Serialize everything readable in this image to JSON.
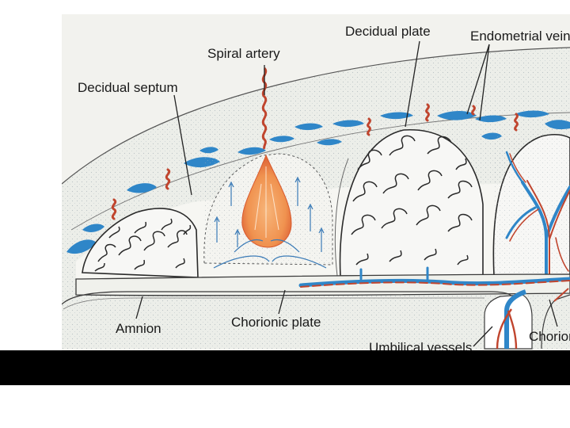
{
  "labels": {
    "decidual_plate": "Decidual plate",
    "endometrial_veins": "Endometrial veins",
    "spiral_artery": "Spiral artery",
    "decidual_septum": "Decidual septum",
    "amnion": "Amnion",
    "chorionic_plate": "Chorionic plate",
    "umbilical_vessels": "Umbilical vessels",
    "chorion": "Chorion"
  },
  "colors": {
    "page_background": "#ffffff",
    "illustration_paper": "#f2f2ee",
    "decidua": "#eceee9",
    "vein_blue": "#2f86c8",
    "artery_red": "#c0452e",
    "jet_orange": "#f0924f",
    "villus_stroke": "#2a2a2a",
    "bottom_bar": "#000000"
  },
  "icons": [
    "vein-icon",
    "artery-icon",
    "villus-icon",
    "flow-arrow-icon"
  ]
}
